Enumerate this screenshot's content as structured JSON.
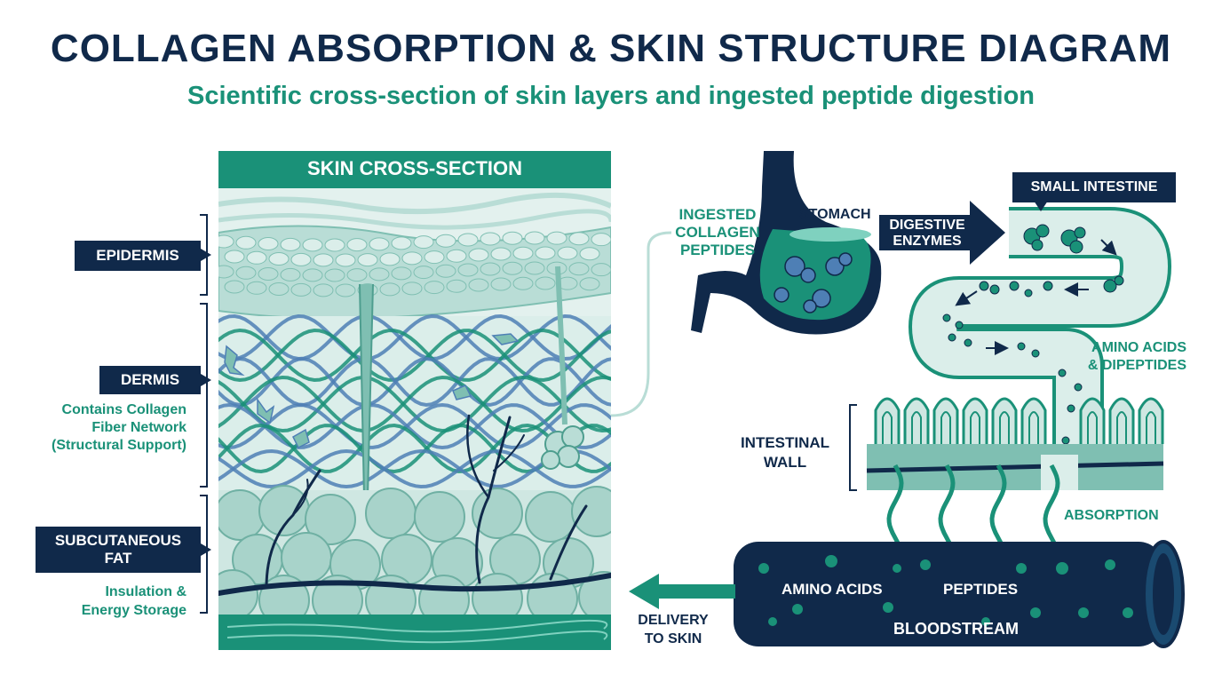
{
  "header": {
    "title": "COLLAGEN ABSORPTION & SKIN STRUCTURE DIAGRAM",
    "subtitle": "Scientific cross-section of skin layers and ingested peptide digestion"
  },
  "skin_panel": {
    "heading": "SKIN CROSS-SECTION",
    "layers": {
      "epidermis": "EPIDERMIS",
      "dermis": "DERMIS",
      "dermis_note": [
        "Contains Collagen",
        "Fiber Network",
        "(Structural Support)"
      ],
      "fat": [
        "SUBCUTANEOUS",
        "FAT"
      ],
      "fat_note": [
        "Insulation &",
        "Energy Storage"
      ]
    }
  },
  "digestion": {
    "ingested": [
      "INGESTED",
      "COLLAGEN",
      "PEPTIDES"
    ],
    "stomach": "STOMACH",
    "enzymes": [
      "DIGESTIVE",
      "ENZYMES"
    ],
    "small_intestine": "SMALL INTESTINE",
    "amino_dipeptides": [
      "AMINO ACIDS",
      "& DIPEPTIDES"
    ],
    "intestinal_wall": [
      "INTESTINAL",
      "WALL"
    ],
    "absorption": "ABSORPTION",
    "blood_amino": "AMINO ACIDS",
    "blood_peptides": "PEPTIDES",
    "bloodstream": "BLOODSTREAM",
    "delivery": [
      "DELIVERY",
      "TO SKIN"
    ]
  },
  "colors": {
    "navy": "#10294a",
    "teal": "#1a9178",
    "light_teal": "#b9ddd6",
    "pale_teal": "#dbeeea",
    "blue_fiber": "#4e7fb5"
  }
}
